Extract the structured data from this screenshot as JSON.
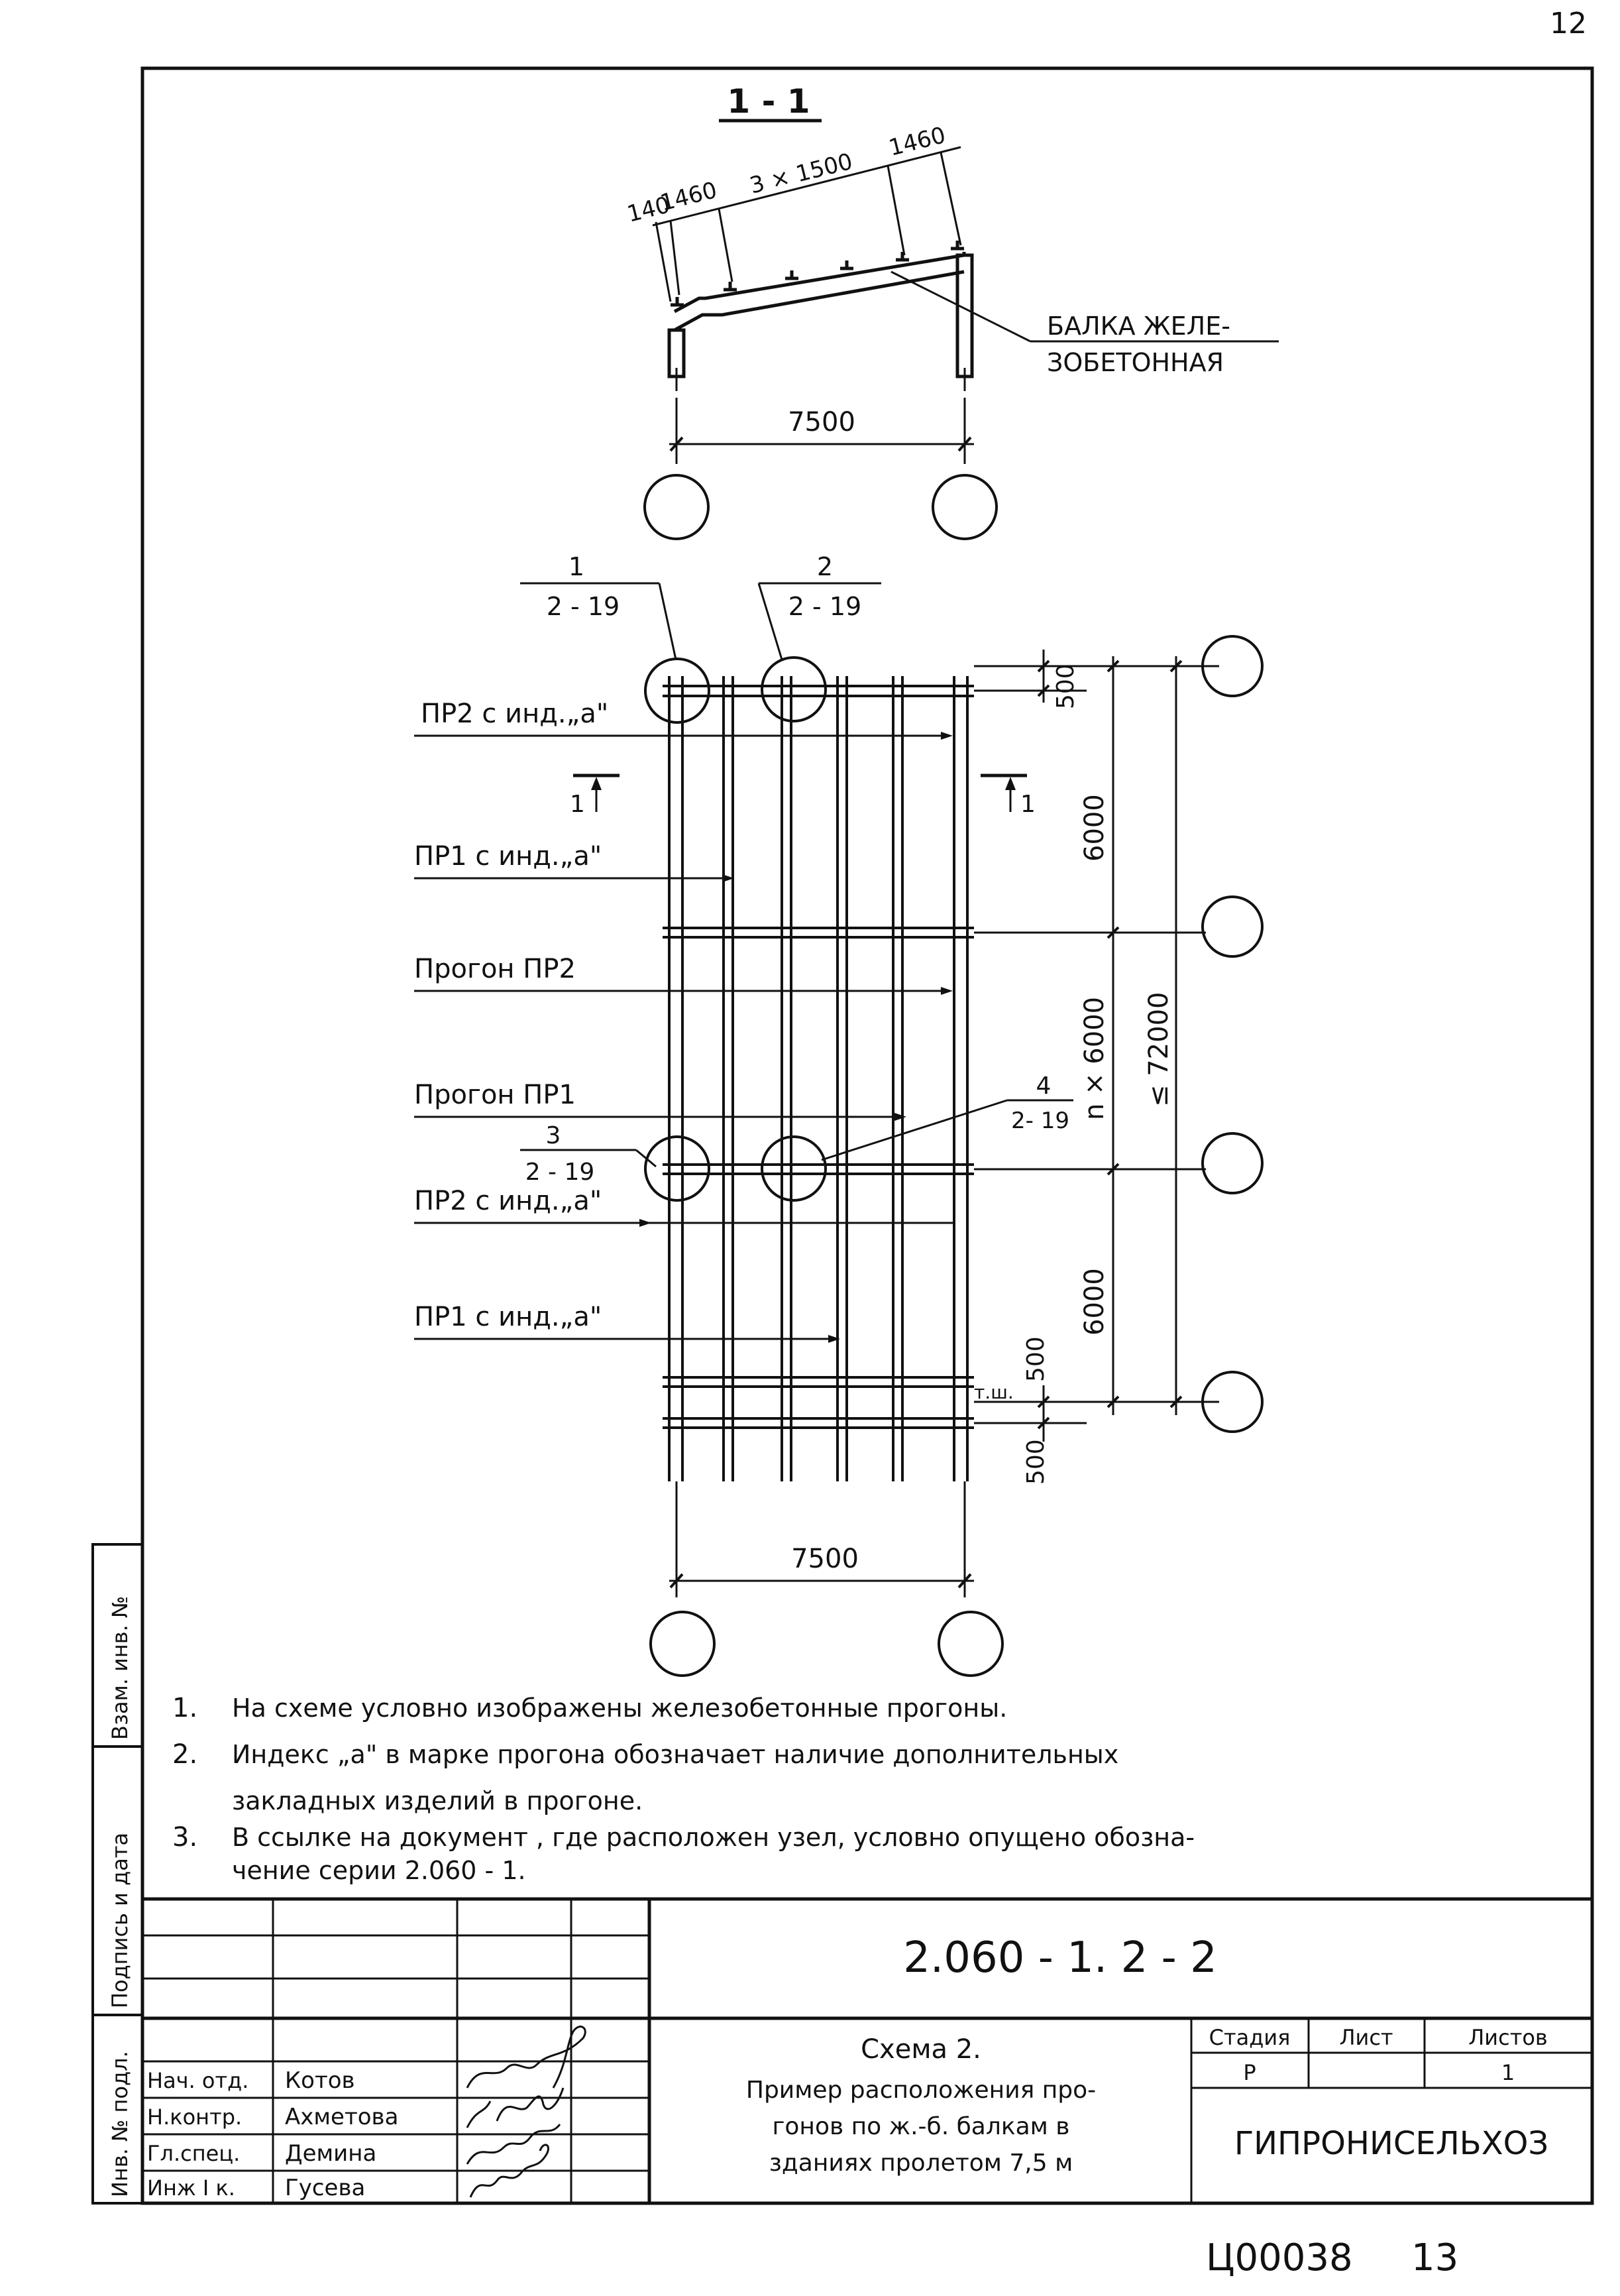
{
  "corner_page": "12",
  "bottom_page": "13",
  "archive_code": "Ц00038",
  "section": {
    "title": "1 - 1",
    "dims_top": {
      "d140": "140",
      "d1460a": "1460",
      "d3x1500": "3 × 1500",
      "d1460b": "1460"
    },
    "span": "7500",
    "beam_label_1": "БАЛКА ЖЕЛЕ-",
    "beam_label_2": "ЗОБЕТОННАЯ"
  },
  "plan": {
    "ref1": {
      "num": "1",
      "sheet": "2 - 19"
    },
    "ref2": {
      "num": "2",
      "sheet": "2 - 19"
    },
    "ref3": {
      "num": "3",
      "sheet": "2 - 19"
    },
    "ref4": {
      "num": "4",
      "sheet": "2- 19"
    },
    "cut_left": "1",
    "cut_right": "1",
    "labels": {
      "pr2_a_top": "ПР2 с инд.„а\"",
      "pr1_a_top": "ПР1 с инд.„а\"",
      "purlin_pr2": "Прогон ПР2",
      "purlin_pr1": "Прогон ПР1",
      "pr2_a_bot": "ПР2 с инд.„а\"",
      "pr1_a_bot": "ПР1 с инд.„а\""
    },
    "dims": {
      "d500_top": "500",
      "d6000_top": "6000",
      "dnx6000": "n × 6000",
      "dtotal": "≤ 72000",
      "d6000_bot": "6000",
      "d500_mid": "500",
      "tsh": "т.ш.",
      "d500_bot": "500",
      "span": "7500"
    }
  },
  "notes": [
    {
      "num": "1.",
      "lines": [
        "На схеме условно изображены железобетонные прогоны."
      ]
    },
    {
      "num": "2.",
      "lines": [
        "Индекс „а\" в марке прогона обозначает наличие дополнительных",
        "закладных изделий в прогоне."
      ]
    },
    {
      "num": "3.",
      "lines": [
        "В ссылке на документ , где расположен узел, условно опущено обозна-",
        "чение серии  2.060 - 1."
      ]
    }
  ],
  "side_stamp": [
    "Взам. инв. №",
    "Подпись и дата",
    "Инв. № подл."
  ],
  "title_block": {
    "doc_code": "2.060 - 1. 2 - 2",
    "sheet_title": [
      "Схема 2.",
      "Пример расположения про-",
      "гонов по ж.-б. балкам в",
      "зданиях пролетом 7,5 м"
    ],
    "stage_hdr": "Стадия",
    "sheet_hdr": "Лист",
    "sheets_hdr": "Листов",
    "stage_val": "Р",
    "sheets_val": "1",
    "org": "ГИПРОНИСЕЛЬХОЗ",
    "people": [
      {
        "role": "Нач. отд.",
        "name": "Котов"
      },
      {
        "role": "Н.контр.",
        "name": "Ахметова"
      },
      {
        "role": "Гл.спец.",
        "name": "Демина"
      },
      {
        "role": "Инж I к.",
        "name": "Гусева"
      }
    ]
  }
}
